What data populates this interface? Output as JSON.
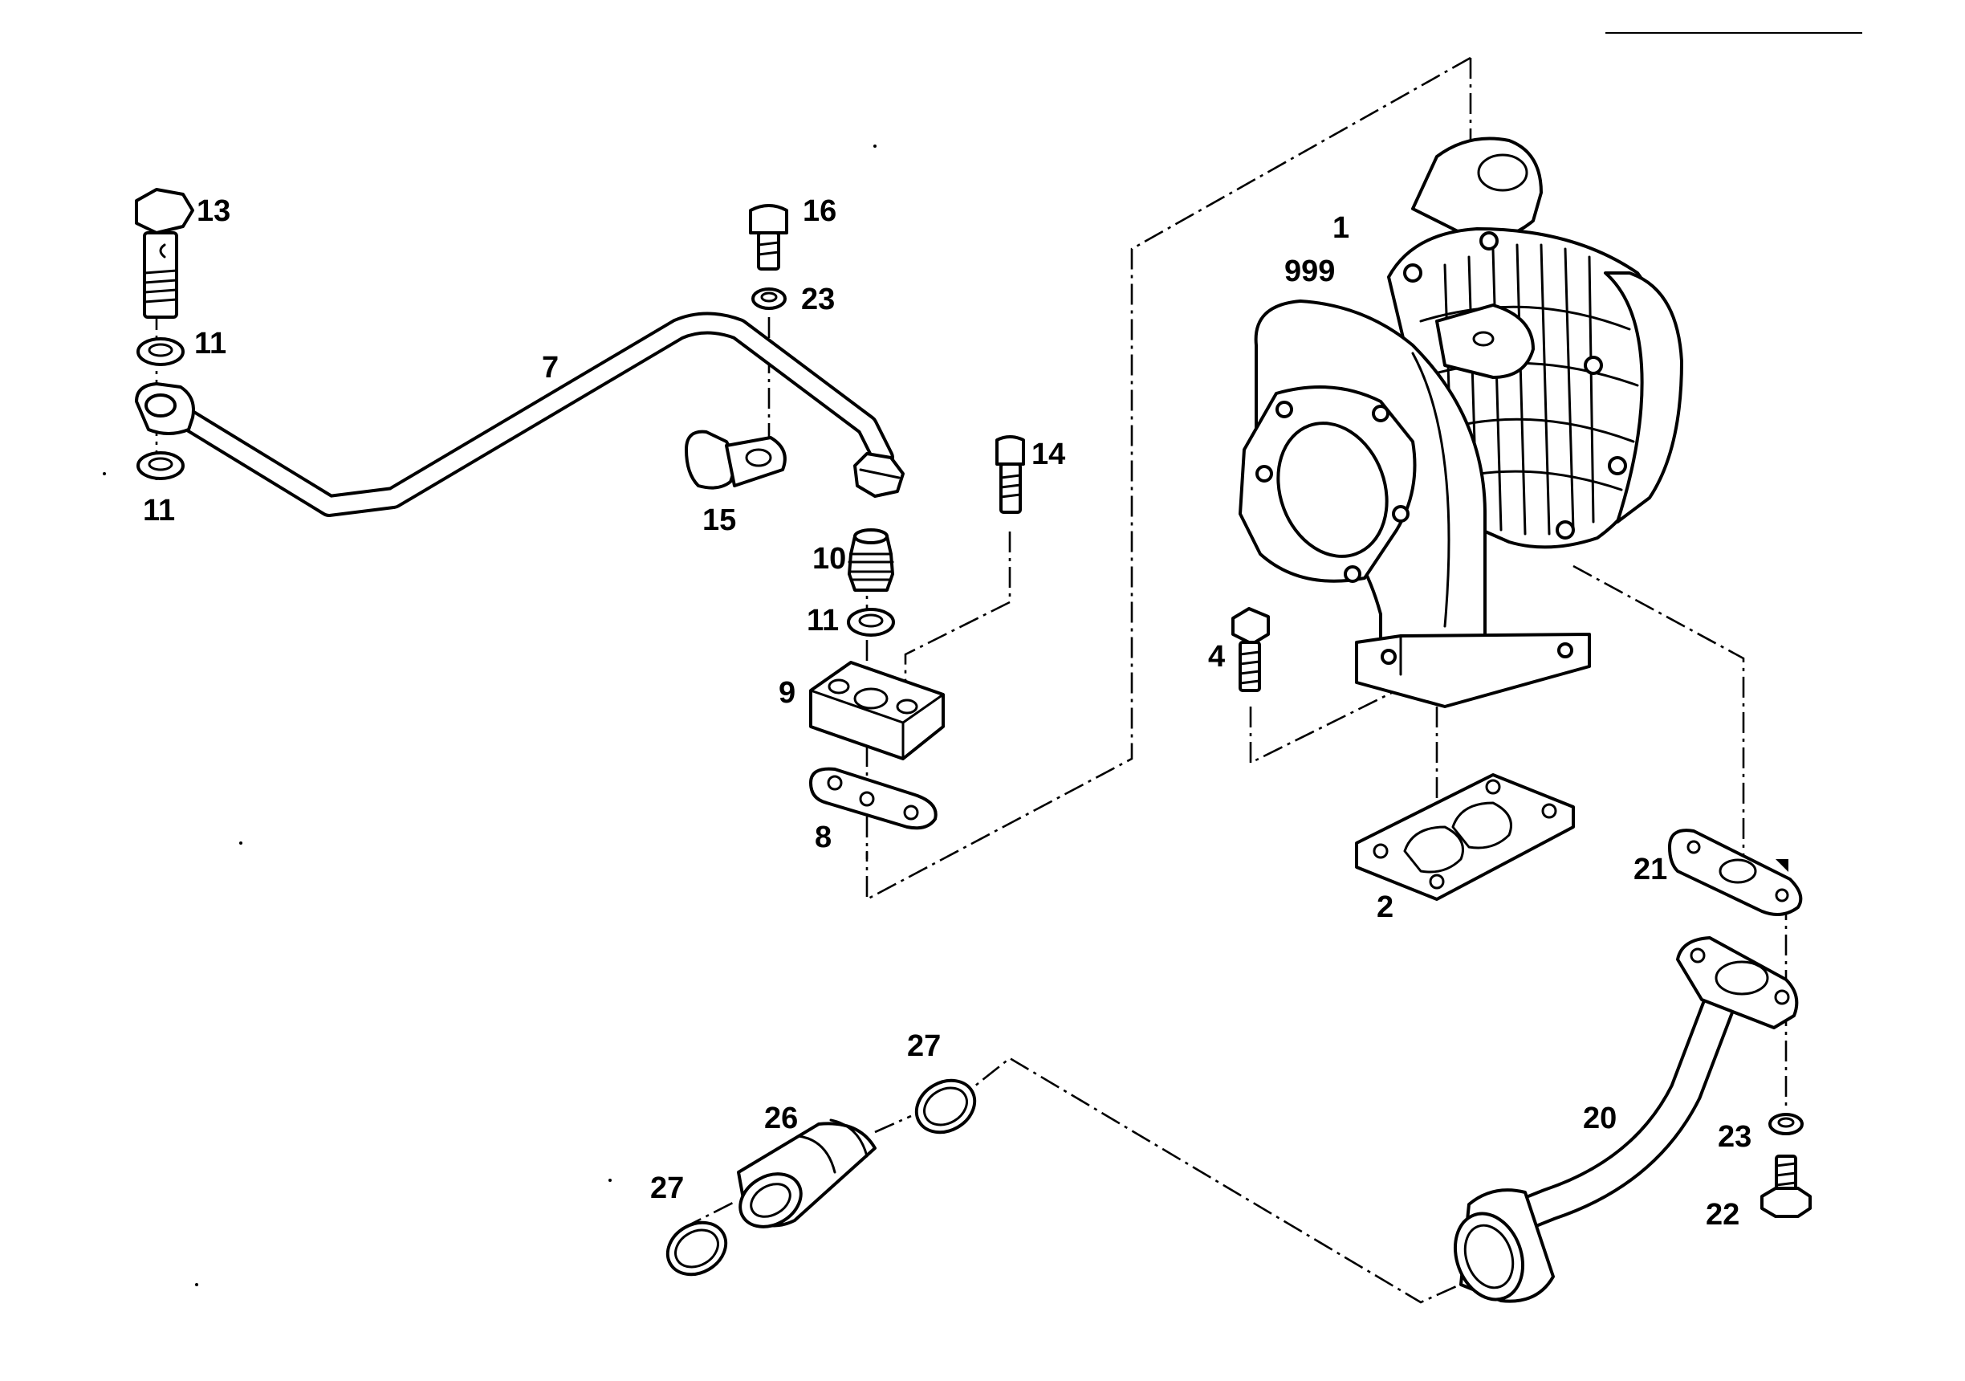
{
  "diagram": {
    "labels": {
      "l1": "1",
      "l999": "999",
      "l2": "2",
      "l4": "4",
      "l7": "7",
      "l8": "8",
      "l9": "9",
      "l10": "10",
      "l11a": "11",
      "l11b": "11",
      "l11c": "11",
      "l13": "13",
      "l14": "14",
      "l15": "15",
      "l16": "16",
      "l20": "20",
      "l21": "21",
      "l22": "22",
      "l23a": "23",
      "l23b": "23",
      "l26": "26",
      "l27a": "27",
      "l27b": "27"
    }
  }
}
